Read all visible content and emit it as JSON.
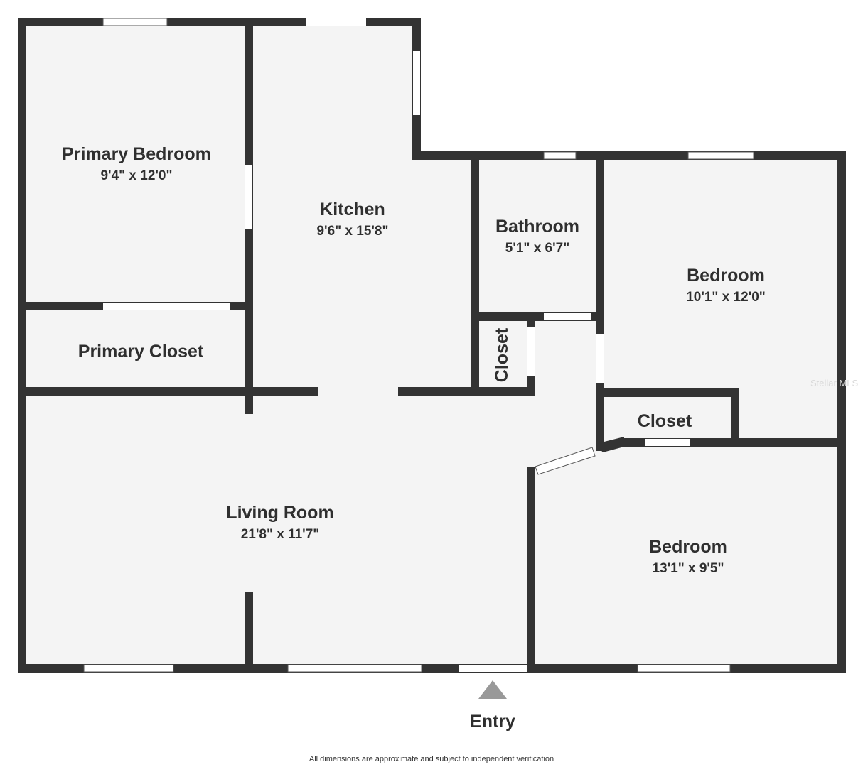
{
  "floor_plan": {
    "rooms": [
      {
        "id": "primary-bedroom",
        "name": "Primary Bedroom",
        "dimensions": "9'4\" x 12'0\""
      },
      {
        "id": "kitchen",
        "name": "Kitchen",
        "dimensions": "9'6\" x 15'8\""
      },
      {
        "id": "bathroom",
        "name": "Bathroom",
        "dimensions": "5'1\" x 6'7\""
      },
      {
        "id": "bedroom-1",
        "name": "Bedroom",
        "dimensions": "10'1\" x 12'0\""
      },
      {
        "id": "primary-closet",
        "name": "Primary Closet",
        "dimensions": ""
      },
      {
        "id": "hall-closet",
        "name": "Closet",
        "dimensions": ""
      },
      {
        "id": "bedroom-closet",
        "name": "Closet",
        "dimensions": ""
      },
      {
        "id": "living-room",
        "name": "Living Room",
        "dimensions": "21'8\" x 11'7\""
      },
      {
        "id": "bedroom-2",
        "name": "Bedroom",
        "dimensions": "13'1\" x 9'5\""
      }
    ],
    "entry_label": "Entry",
    "footnote": "All dimensions are approximate and subject to independent verification",
    "watermark": "Stellar MLS",
    "colors": {
      "wall": "#333333",
      "floor": "#f4f4f4",
      "window": "#ffffff",
      "entry_marker": "#999999"
    }
  }
}
